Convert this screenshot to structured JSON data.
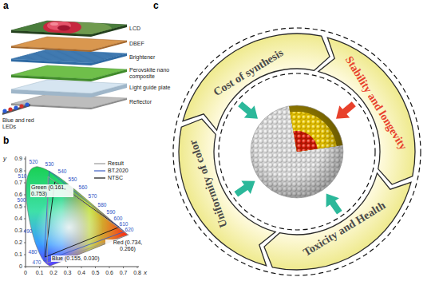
{
  "diagram": {
    "nodes": [
      {
        "text": [
          "Cost of synthesis"
        ]
      },
      {
        "text": [
          "Stability and longevity"
        ]
      },
      {
        "text": [
          "Toxicity and Health"
        ]
      },
      {
        "text": [
          "Uniformity of color"
        ]
      }
    ],
    "labels": [
      "a",
      "LCD",
      "DBEF",
      "Brightener",
      "Perovskite nano composite",
      "Light guide plate",
      "Reflector",
      "Blue and red LEDs",
      "b",
      "0.9",
      "0.8",
      "0.7",
      "0.6",
      "0.5",
      "0.4",
      "0.3",
      "0.2",
      "0.1",
      "0",
      "0",
      "0.1",
      "0.2",
      "0.3",
      "0.4",
      "0.5",
      "0.6",
      "0.7",
      "0.8",
      "y",
      "x",
      "470",
      "480",
      "490",
      "500",
      "510",
      "520",
      "530",
      "540",
      "550",
      "560",
      "570",
      "580",
      "590",
      "600",
      "610",
      "620",
      "Green (0.161, 0.753)",
      "Blue (0.155, 0.030)",
      "Red (0.734, 0.266)",
      "c"
    ],
    "legend": [
      {
        "text": "Result"
      },
      {
        "text": "BT.2020"
      },
      {
        "text": "NTSC"
      }
    ]
  }
}
